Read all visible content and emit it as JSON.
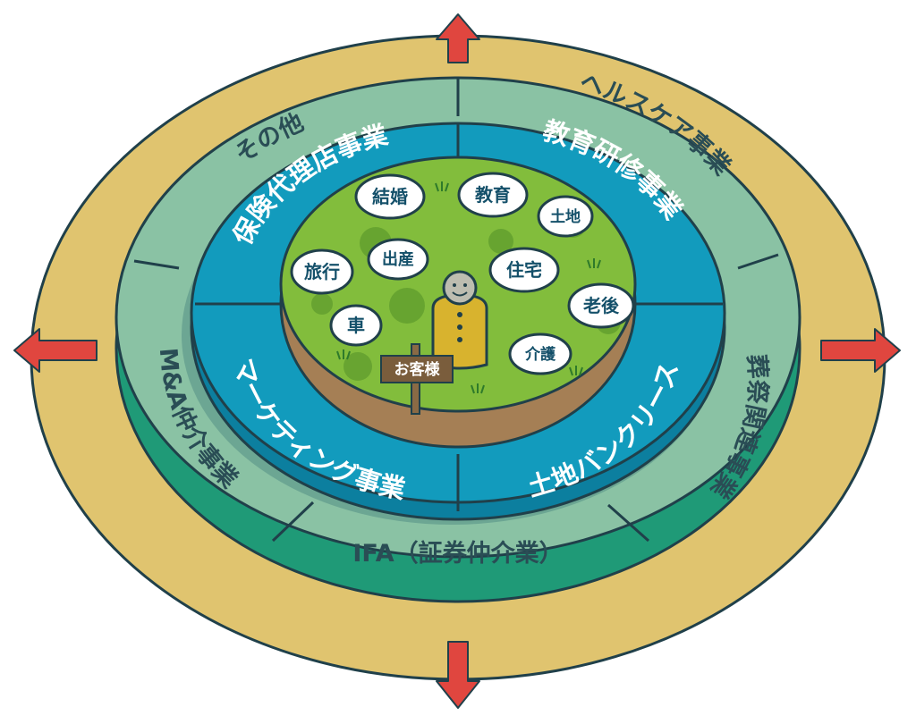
{
  "center": {
    "label": "お客様"
  },
  "inner_ring": [
    {
      "label": "保険代理店事業"
    },
    {
      "label": "教育研修事業"
    },
    {
      "label": "土地バンクリース"
    },
    {
      "label": "マーケティング事業"
    }
  ],
  "outer_ring": [
    {
      "label": "ヘルスケア事業"
    },
    {
      "label": "葬祭関連事業"
    },
    {
      "label": "IFA（証券仲介業）"
    },
    {
      "label": "M&A仲介事業"
    },
    {
      "label": "その他"
    }
  ],
  "life_events": [
    {
      "label": "結婚"
    },
    {
      "label": "教育"
    },
    {
      "label": "土地"
    },
    {
      "label": "旅行"
    },
    {
      "label": "出産"
    },
    {
      "label": "住宅"
    },
    {
      "label": "老後"
    },
    {
      "label": "車"
    },
    {
      "label": "介護"
    }
  ],
  "colors": {
    "outer_band": "#e0c46f",
    "outer_ring": "#8ac2a4",
    "ring_side": "#1f9a77",
    "inner_ring": "#129bbd",
    "grass": "#82bd3c",
    "soil": "#a57f55",
    "outline": "#20404a",
    "arrow": "#e0463f",
    "person": "#d8b32e"
  }
}
